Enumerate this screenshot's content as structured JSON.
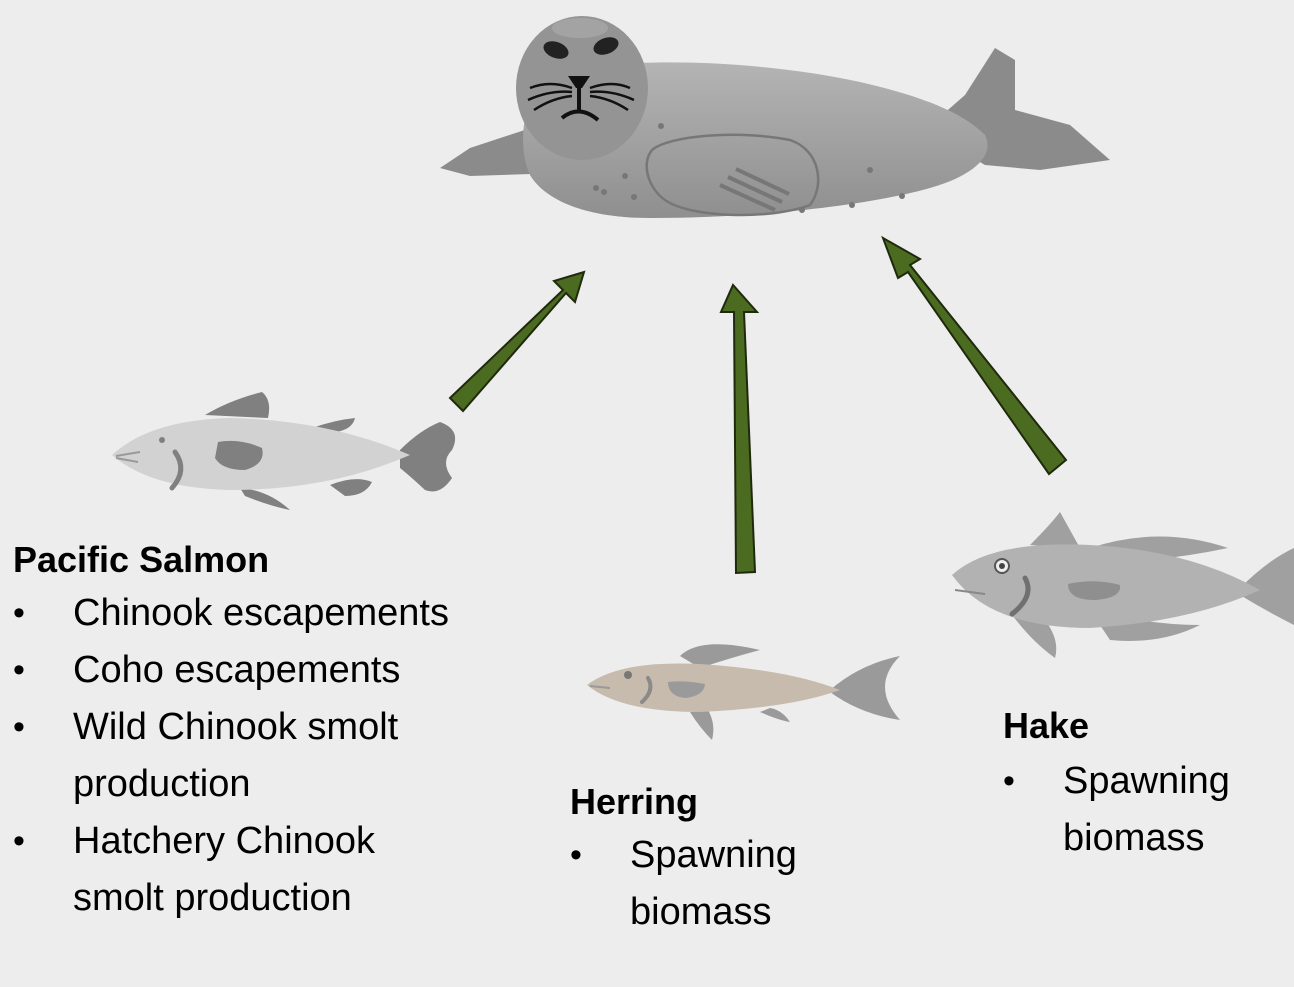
{
  "colors": {
    "background": "#ededed",
    "arrow_fill": "#4b6b21",
    "arrow_stroke": "#1f2a0d",
    "seal_body": "#9e9e9e",
    "salmon_body": "#d2d2d2",
    "herring_body": "#c7bbad",
    "hake_body": "#b2b2b2"
  },
  "icons": [
    "seal-icon",
    "salmon-icon",
    "herring-icon",
    "hake-icon"
  ],
  "arrows": [
    {
      "from": "Pacific Salmon",
      "to": "seal"
    },
    {
      "from": "Herring",
      "to": "seal"
    },
    {
      "from": "Hake",
      "to": "seal"
    }
  ],
  "groups": {
    "salmon": {
      "title": "Pacific Salmon",
      "items": [
        "Chinook escapements",
        "Coho escapements",
        "Wild Chinook smolt production",
        "Hatchery Chinook smolt production"
      ]
    },
    "herring": {
      "title": "Herring",
      "items": [
        "Spawning biomass"
      ]
    },
    "hake": {
      "title": "Hake",
      "items": [
        "Spawning biomass"
      ]
    }
  }
}
